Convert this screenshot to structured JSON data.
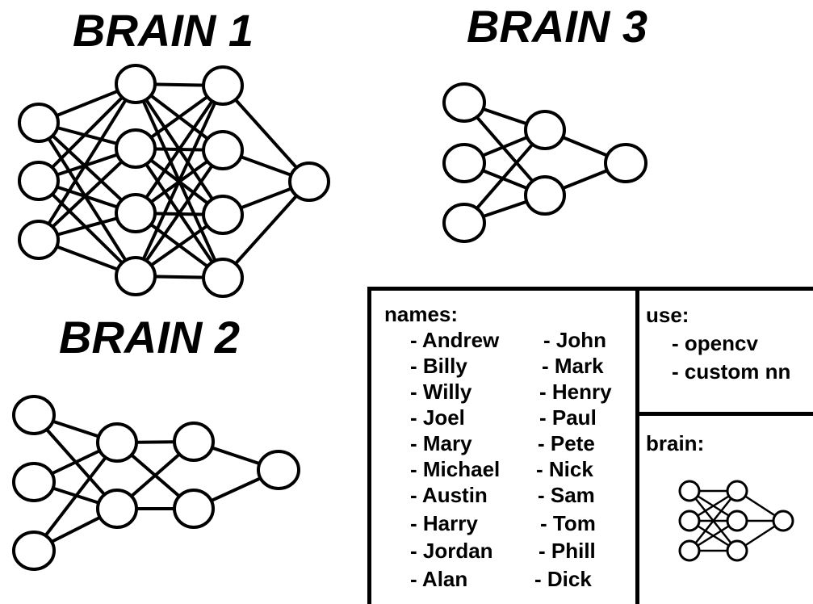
{
  "brains": {
    "brain1": {
      "title": "BRAIN 1"
    },
    "brain2": {
      "title": "BRAIN 2"
    },
    "brain3": {
      "title": "BRAIN 3"
    }
  },
  "names_panel": {
    "heading": "names:",
    "column1": [
      "- Andrew",
      "- Billy",
      "- Willy",
      "- Joel",
      "- Mary",
      "- Michael",
      "- Austin",
      "- Harry",
      "- Jordan",
      "- Alan"
    ],
    "column2": [
      "- John",
      "- Mark",
      "- Henry",
      "- Paul",
      "- Pete",
      "- Nick",
      "- Sam",
      "- Tom",
      "- Phill",
      "- Dick"
    ]
  },
  "use_panel": {
    "heading": "use:",
    "items": [
      "- opencv",
      "- custom nn"
    ]
  },
  "brain_panel": {
    "heading": "brain:"
  },
  "colors": {
    "ink": "#000000",
    "background": "#ffffff"
  }
}
